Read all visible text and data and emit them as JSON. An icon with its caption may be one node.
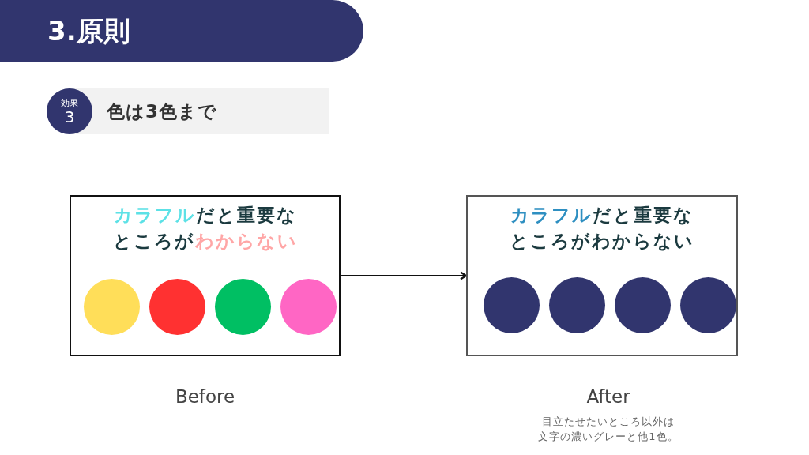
{
  "diagram": {
    "title": "3.原則",
    "nodes": [
      {
        "text": [
          "効果",
          "3"
        ]
      },
      {
        "text": [
          "色は3色まで"
        ]
      },
      {
        "text": [
          "カラフルだと重要なところがわからない"
        ],
        "beside": [
          "Before"
        ]
      },
      {
        "text": [],
        "shape": "circle",
        "in": 2
      },
      {
        "text": [],
        "shape": "circle",
        "in": 2
      },
      {
        "text": [],
        "shape": "circle",
        "in": 2
      },
      {
        "text": [],
        "shape": "circle",
        "in": 2
      },
      {
        "text": [
          "カラフルだと重要なところがわからない"
        ],
        "beside": [
          "After",
          "目立たせたいところ以外は文字の濃いグレーと他1色。"
        ]
      },
      {
        "text": [],
        "shape": "circle",
        "in": 7
      },
      {
        "text": [],
        "shape": "circle",
        "in": 7
      },
      {
        "text": [],
        "shape": "circle",
        "in": 7
      },
      {
        "text": [],
        "shape": "circle",
        "in": 7
      }
    ],
    "edges": [
      {
        "from": 2,
        "to": 7,
        "arrow": "to"
      }
    ]
  }
}
